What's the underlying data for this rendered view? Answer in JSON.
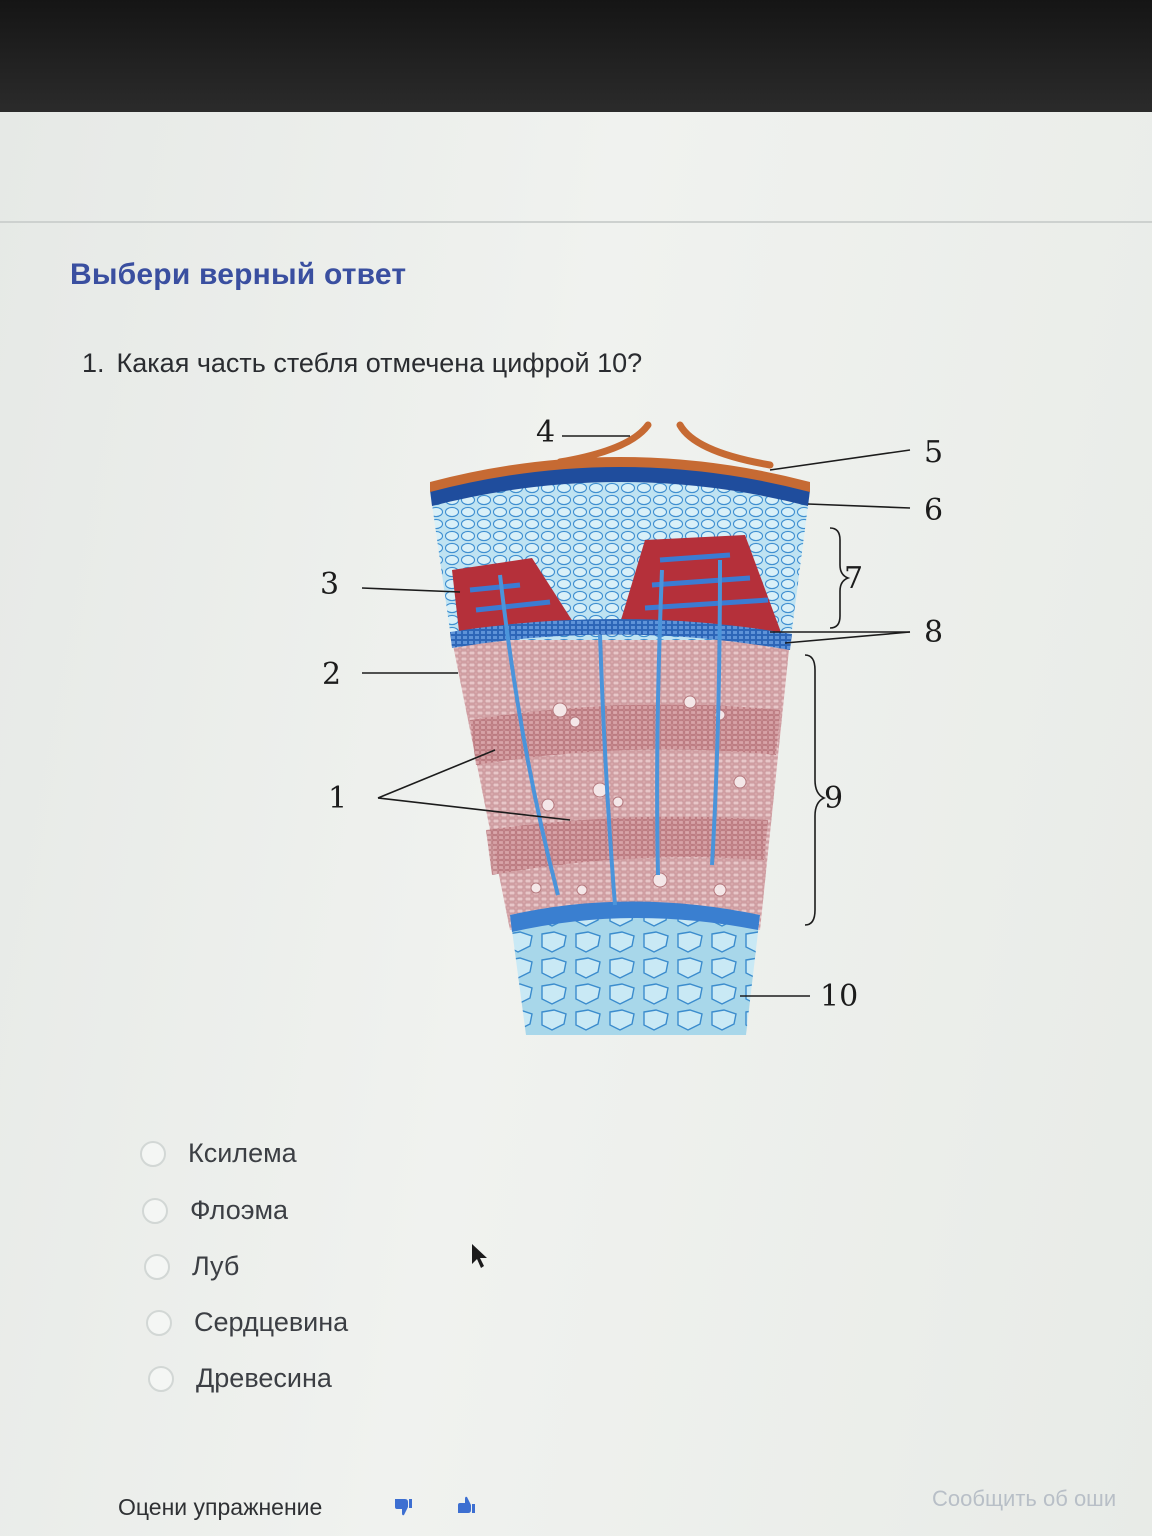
{
  "exercise": {
    "heading": "Выбери верный ответ",
    "question_number": "1.",
    "question_text": "Какая часть стебля отмечена цифрой 10?"
  },
  "diagram": {
    "labels": [
      "4",
      "5",
      "6",
      "3",
      "7",
      "8",
      "2",
      "1",
      "9",
      "10"
    ]
  },
  "options": [
    {
      "label": "Ксилема",
      "selected": false
    },
    {
      "label": "Флоэма",
      "selected": false
    },
    {
      "label": "Луб",
      "selected": false
    },
    {
      "label": "Сердцевина",
      "selected": false
    },
    {
      "label": "Древесина",
      "selected": false
    }
  ],
  "footer": {
    "rate_label": "Оцени упражнение",
    "report_link": "Сообщить об оши"
  },
  "colors": {
    "heading": "#3a4fa0",
    "wood": "#d7a4a8",
    "pith": "#a9d6e8",
    "cortex": "#b7def0",
    "bark": "#c66a33",
    "phloem": "#b5303a"
  },
  "icons": [
    "thumb-down-icon",
    "thumb-up-icon",
    "cursor-icon"
  ]
}
